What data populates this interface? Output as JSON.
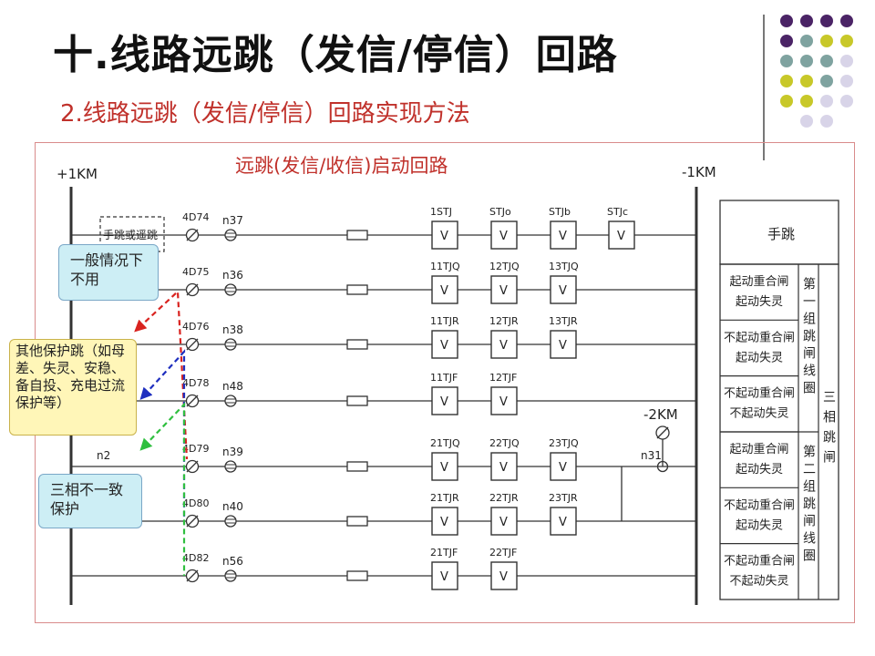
{
  "slide": {
    "title": "十.线路远跳（发信/停信）回路",
    "subtitle": "2.线路远跳（发信/停信）回路实现方法"
  },
  "diagram": {
    "heading": "远跳(发信/收信)启动回路",
    "left_bus": "+1KM",
    "right_bus": "-1KM",
    "sub_bus": "-2KM",
    "sub_bus_node": "n31",
    "dashed_box": "手跳或遥跳",
    "stray_node": "n2",
    "rows": [
      {
        "terminal": "4D74",
        "node": "n37",
        "relays": [
          "1STJ",
          "STJo",
          "STJb",
          "STJc"
        ]
      },
      {
        "terminal": "4D75",
        "node": "n36",
        "relays": [
          "11TJQ",
          "12TJQ",
          "13TJQ"
        ]
      },
      {
        "terminal": "4D76",
        "node": "n38",
        "relays": [
          "11TJR",
          "12TJR",
          "13TJR"
        ]
      },
      {
        "terminal": "4D78",
        "node": "n48",
        "relays": [
          "11TJF",
          "12TJF"
        ]
      },
      {
        "terminal": "4D79",
        "node": "n39",
        "relays": [
          "21TJQ",
          "22TJQ",
          "23TJQ"
        ]
      },
      {
        "terminal": "4D80",
        "node": "n40",
        "relays": [
          "21TJR",
          "22TJR",
          "23TJR"
        ]
      },
      {
        "terminal": "4D82",
        "node": "n56",
        "relays": [
          "21TJF",
          "22TJF"
        ]
      }
    ],
    "relay_symbol": "V",
    "table": {
      "manual": "手跳",
      "cells": [
        [
          "起动重合闸",
          "起动失灵"
        ],
        [
          "不起动重合闸",
          "起动失灵"
        ],
        [
          "不起动重合闸",
          "不起动失灵"
        ],
        [
          "起动重合闸",
          "起动失灵"
        ],
        [
          "不起动重合闸",
          "起动失灵"
        ],
        [
          "不起动重合闸",
          "不起动失灵"
        ]
      ],
      "group1": "第一组跳闸线圈",
      "group2": "第二组跳闸线圈",
      "three_phase": "三相跳闸"
    }
  },
  "callouts": {
    "general": "一般情况下不用",
    "other": "其他保护跳（如母差、失灵、安稳、备自投、充电过流保护等）",
    "three_phase": "三相不一致保护"
  },
  "colors": {
    "title": "#111111",
    "subtitle": "#c0312b",
    "wire": "#333333",
    "dash_red": "#d9231f",
    "dash_blue": "#1f2fbf",
    "dash_green": "#2fbf3f",
    "dot_purple": "#4b2466",
    "dot_teal": "#7fa3a0",
    "dot_lime": "#c8c829",
    "dot_lavender": "#d8d4e8"
  }
}
